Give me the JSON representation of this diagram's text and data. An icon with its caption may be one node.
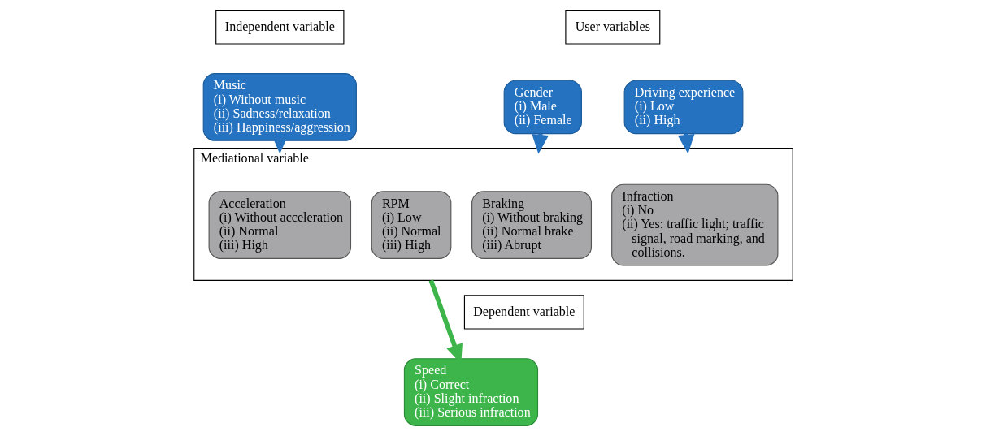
{
  "diagram": {
    "nodes": [
      {
        "text": [
          "Independent variable"
        ]
      },
      {
        "text": [
          "Music",
          "(i) Without music",
          "(ii) Sadness/relaxation",
          "(iii) Happiness/aggression"
        ]
      },
      {
        "text": [
          "User variables"
        ]
      },
      {
        "text": [
          "Gender",
          "(i) Male",
          "(ii) Female"
        ]
      },
      {
        "text": [
          "Driving experience",
          "(i) Low",
          "(ii) High"
        ]
      },
      {
        "text": [
          "Mediational variable"
        ]
      },
      {
        "text": [
          "Acceleration",
          "(i) Without acceleration",
          "(ii) Normal",
          "(iii) High"
        ],
        "in": 5
      },
      {
        "text": [
          "RPM",
          "(i) Low",
          "(ii) Normal",
          "(iii) High"
        ],
        "in": 5
      },
      {
        "text": [
          "Braking",
          "(i) Without braking",
          "(ii) Normal brake",
          "(iii) Abrupt"
        ],
        "in": 5
      },
      {
        "text": [
          "Infraction",
          "(i) No",
          "(ii) Yes: traffic light; traffic signal, road marking, and collisions."
        ],
        "in": 5
      },
      {
        "text": [
          "Dependent variable"
        ]
      },
      {
        "text": [
          "Speed",
          "(i) Correct",
          "(ii) Slight infraction",
          "(iii) Serious infraction"
        ]
      }
    ],
    "edges": [
      {
        "from": 1,
        "to": 5,
        "arrow": "to"
      },
      {
        "from": 3,
        "to": 5,
        "arrow": "to"
      },
      {
        "from": 4,
        "to": 5,
        "arrow": "to"
      },
      {
        "from": 5,
        "to": 11,
        "arrow": "to",
        "color": "#3db54a"
      }
    ]
  }
}
